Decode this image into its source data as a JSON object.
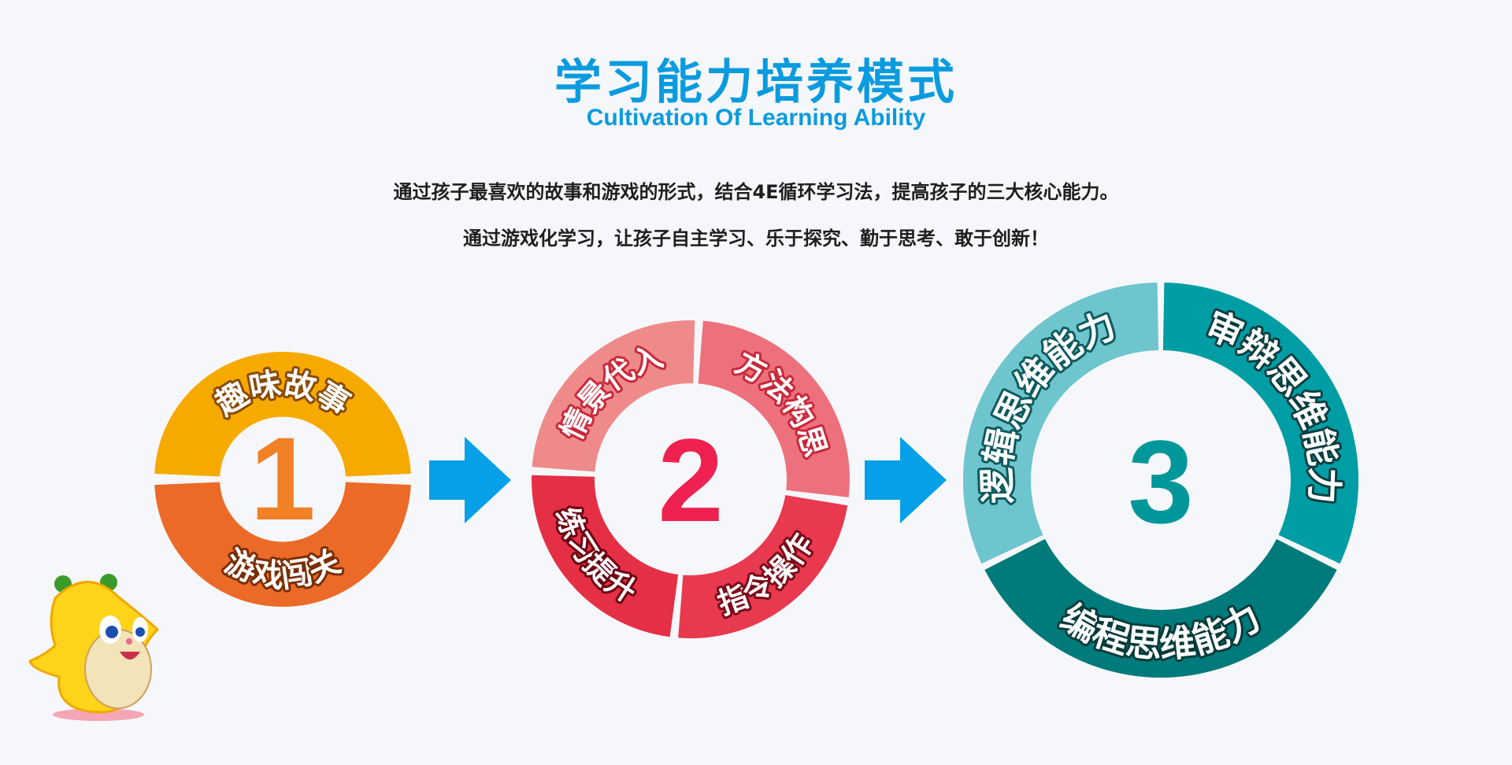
{
  "header": {
    "title": "学习能力培养模式",
    "subtitle": "Cultivation Of Learning Ability",
    "line1": "通过孩子最喜欢的故事和游戏的形式，结合4E循环学习法，提高孩子的三大核心能力。",
    "line2": "通过游戏化学习，让孩子自主学习、乐于探究、勤于思考、敢于创新！"
  },
  "stages": [
    {
      "number": "1",
      "number_color": "#F08125",
      "segments": [
        {
          "label": "趣味故事",
          "color": "#F6AA00",
          "stroke": "#8A4A00"
        },
        {
          "label": "游戏闯关",
          "color": "#EC6A28",
          "stroke": "#7A2E00"
        }
      ]
    },
    {
      "number": "2",
      "number_color": "#EE2150",
      "segments": [
        {
          "label": "情景代入",
          "color": "#EF8A8A",
          "stroke": "#C8283A"
        },
        {
          "label": "方法构思",
          "color": "#EC717C",
          "stroke": "#C8283A"
        },
        {
          "label": "指令操作",
          "color": "#E8394F",
          "stroke": "#7A0A18"
        },
        {
          "label": "练习提升",
          "color": "#E52F45",
          "stroke": "#6A0010"
        }
      ]
    },
    {
      "number": "3",
      "number_color": "#00979A",
      "segments": [
        {
          "label": "逻辑思维能力",
          "color": "#6EC5CD",
          "stroke": "#0E5A5E"
        },
        {
          "label": "审辩思维能力",
          "color": "#009DA5",
          "stroke": "#0A3E40"
        },
        {
          "label": "编程思维能力",
          "color": "#007A7A",
          "stroke": "#063A3A"
        }
      ]
    }
  ],
  "colors": {
    "accent": "#0A9BDF",
    "arrow": "#05A0E8",
    "background": "#F6F7FA"
  },
  "icons": [
    "right-arrow-icon",
    "mascot-icon"
  ]
}
